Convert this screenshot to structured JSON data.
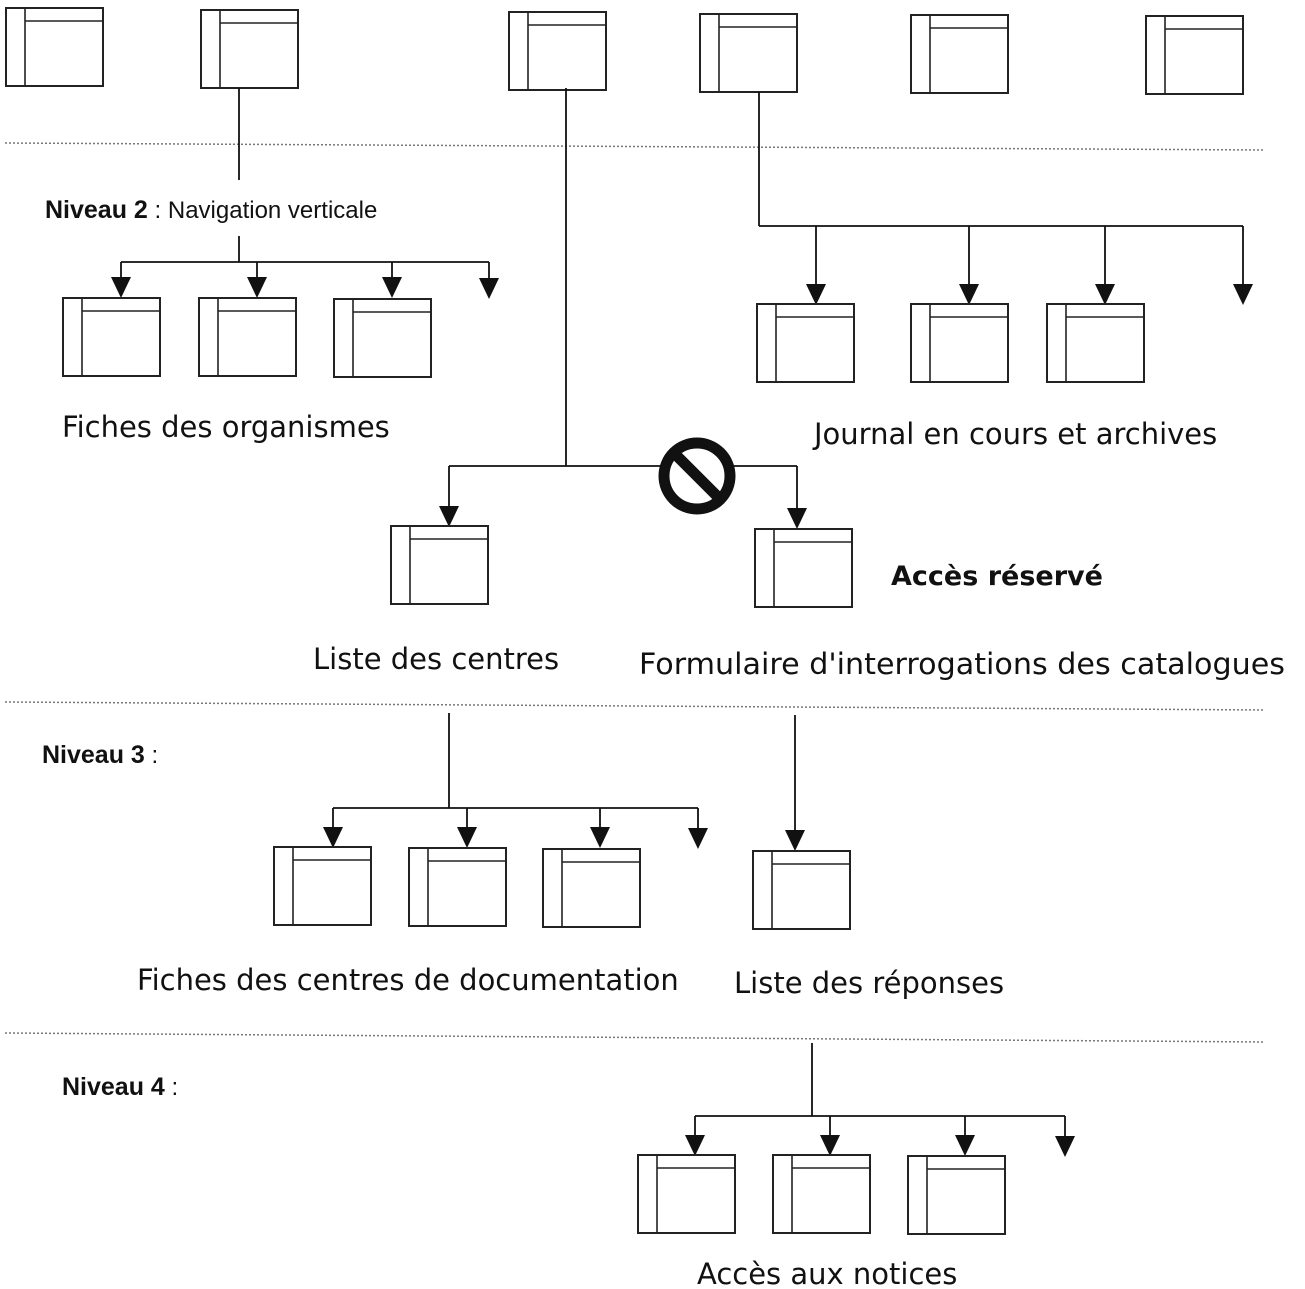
{
  "levels": {
    "level2": {
      "title": "Niveau 2",
      "separator": " : ",
      "subtitle": "Navigation verticale"
    },
    "level3": {
      "title": "Niveau 3",
      "separator": " :"
    },
    "level4": {
      "title": "Niveau 4",
      "separator": " :"
    }
  },
  "captions": {
    "organisms": "Fiches des organismes",
    "journal": "Journal en cours et archives",
    "centers_list": "Liste des centres",
    "catalog_form": "Formulaire d'interrogations des catalogues",
    "reserved": "Accès réservé",
    "doc_centers": "Fiches des centres de documentation",
    "answers": "Liste des réponses",
    "notices": "Accès aux notices"
  },
  "icons": {
    "page": "page-icon",
    "forbidden": "no-entry-icon"
  },
  "colors": {
    "ink": "#111111",
    "separator": "#777777",
    "background": "#ffffff"
  }
}
